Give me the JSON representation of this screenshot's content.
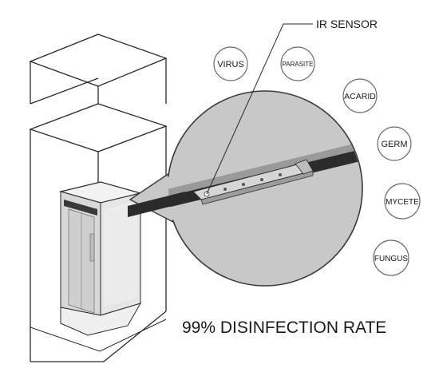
{
  "callout": {
    "sensor_label": "IR SENSOR"
  },
  "pathogens": [
    {
      "id": "virus",
      "label": "VIRUS"
    },
    {
      "id": "parasite",
      "label": "PARASITE"
    },
    {
      "id": "acarid",
      "label": "ACARID"
    },
    {
      "id": "germ",
      "label": "GERM"
    },
    {
      "id": "mycete",
      "label": "MYCETE"
    },
    {
      "id": "fungus",
      "label": "FUNGUS"
    }
  ],
  "headline": "99% DISINFECTION RATE",
  "colors": {
    "ink": "#2a2a2a",
    "magnifier_fill": "#c8c8c8",
    "rail": "#2b2b2b",
    "cabin_fill": "#e3e3e3"
  }
}
